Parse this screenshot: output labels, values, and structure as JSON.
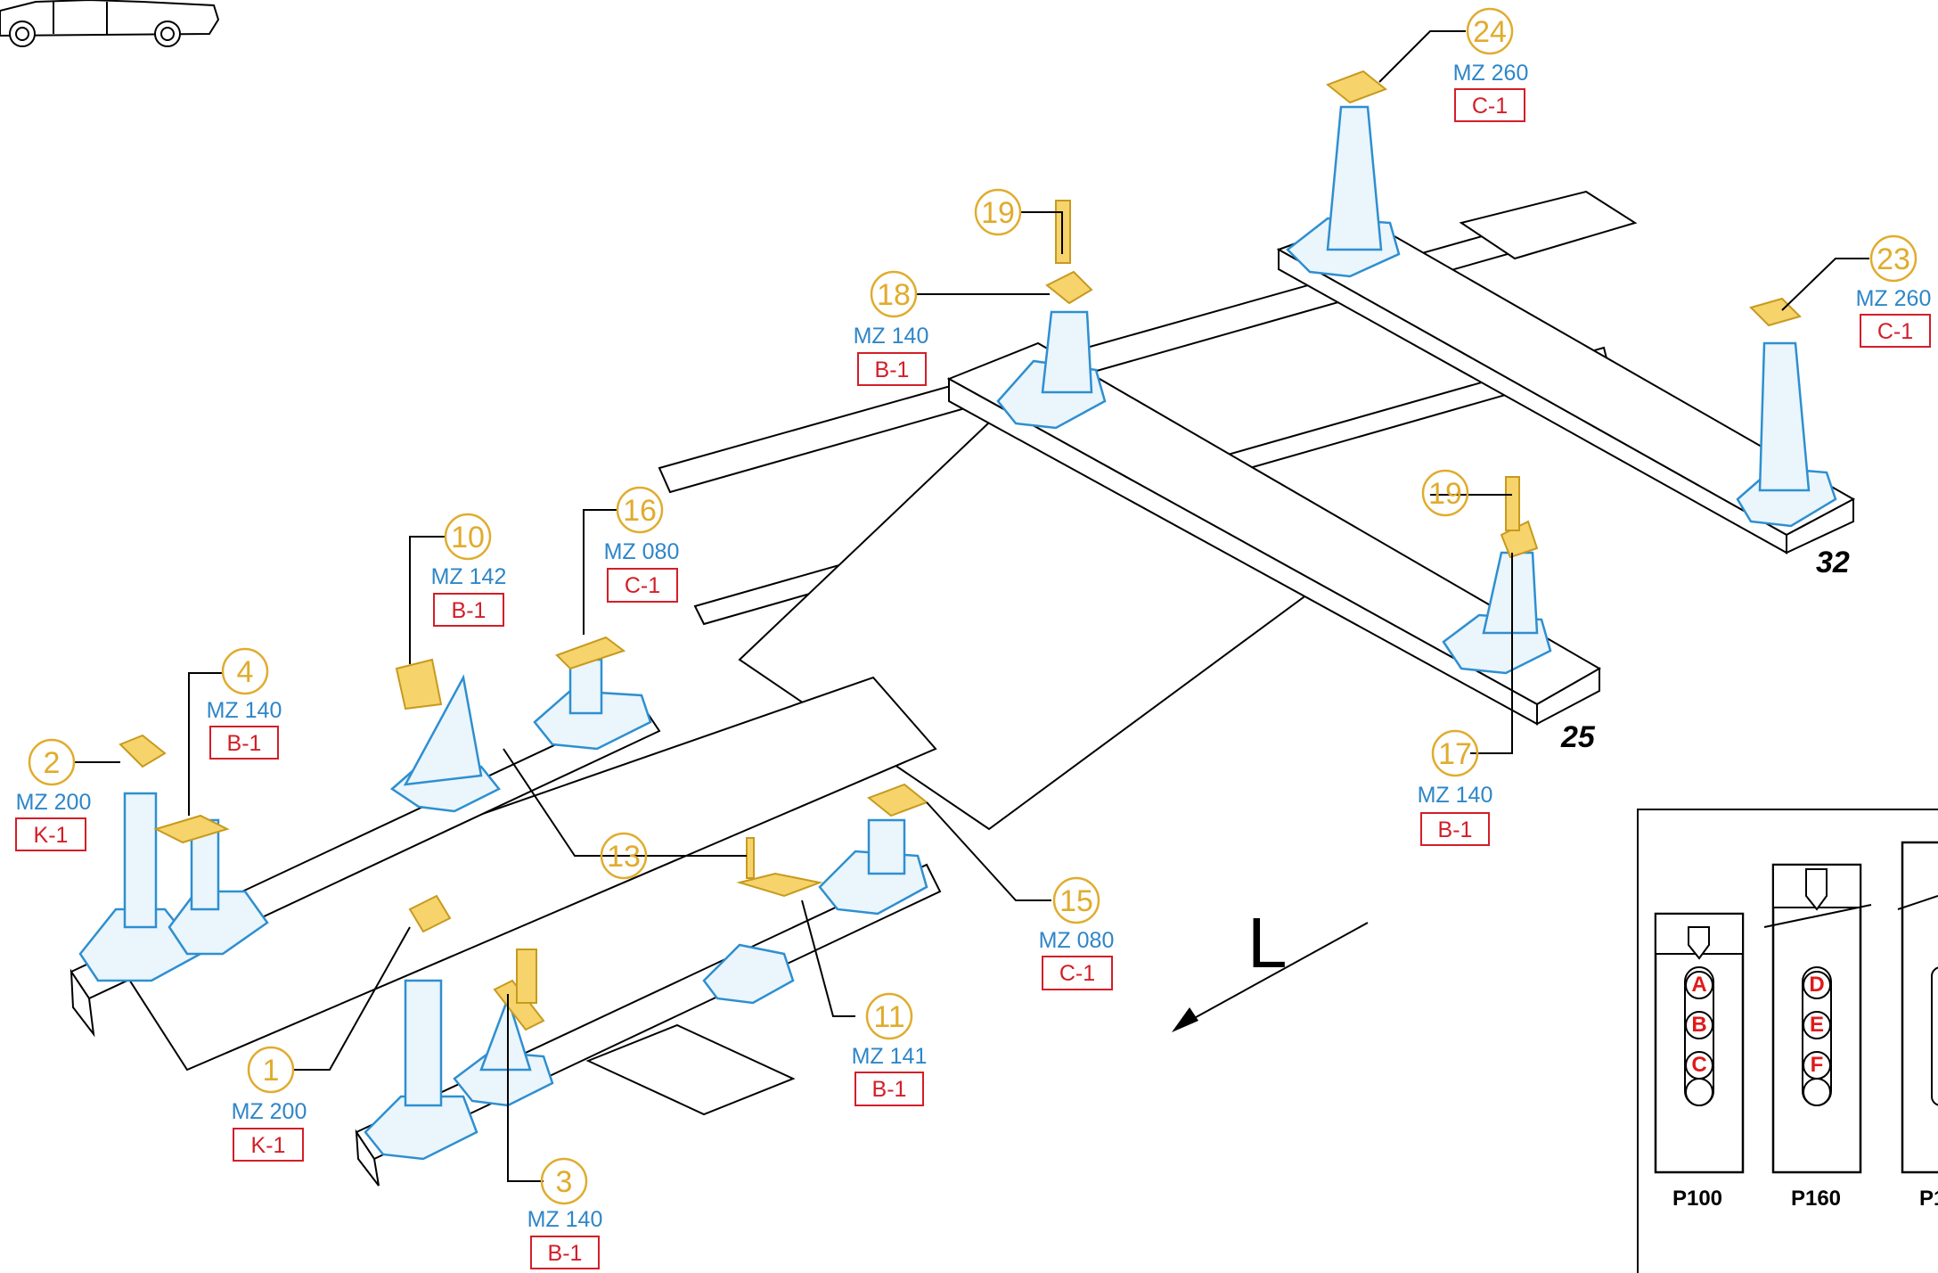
{
  "colors": {
    "callout": "#e0ac2e",
    "model_code": "#2e86c8",
    "position_code": "#d31e28",
    "bracket_blue": "#2e8fd0",
    "adapter_gold": "#f6d36b"
  },
  "icons": [
    "car-silhouette-icon",
    "direction-arrow-icon"
  ],
  "direction_label": "L",
  "beam_numbers": [
    "32",
    "25"
  ],
  "callouts": [
    {
      "num": "24",
      "model": "MZ 260",
      "pos": "C-1"
    },
    {
      "num": "23",
      "model": "MZ 260",
      "pos": "C-1"
    },
    {
      "num": "19",
      "model": "",
      "pos": ""
    },
    {
      "num": "18",
      "model": "MZ 140",
      "pos": "B-1"
    },
    {
      "num": "19",
      "model": "",
      "pos": ""
    },
    {
      "num": "17",
      "model": "MZ 140",
      "pos": "B-1"
    },
    {
      "num": "16",
      "model": "MZ 080",
      "pos": "C-1"
    },
    {
      "num": "10",
      "model": "MZ 142",
      "pos": "B-1"
    },
    {
      "num": "4",
      "model": "MZ 140",
      "pos": "B-1"
    },
    {
      "num": "2",
      "model": "MZ 200",
      "pos": "K-1"
    },
    {
      "num": "13",
      "model": "",
      "pos": ""
    },
    {
      "num": "15",
      "model": "MZ 080",
      "pos": "C-1"
    },
    {
      "num": "11",
      "model": "MZ 141",
      "pos": "B-1"
    },
    {
      "num": "1",
      "model": "MZ 200",
      "pos": "K-1"
    },
    {
      "num": "3",
      "model": "MZ 140",
      "pos": "B-1"
    }
  ],
  "pins": [
    {
      "name": "P100",
      "holes": [
        "A",
        "B",
        "C"
      ]
    },
    {
      "name": "P160",
      "holes": [
        "D",
        "E",
        "F"
      ]
    },
    {
      "name": "P1",
      "holes": []
    }
  ]
}
